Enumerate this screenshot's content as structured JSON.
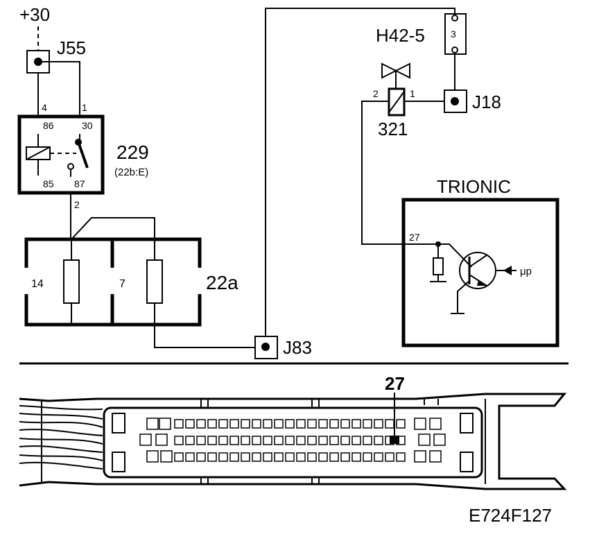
{
  "supply": {
    "label": "+30"
  },
  "connectors": {
    "j55": "J55",
    "j18": "J18",
    "j83": "J83"
  },
  "relay": {
    "id": "229",
    "ref": "(22b:E)",
    "pin_86": "86",
    "pin_30": "30",
    "pin_85": "85",
    "pin_87": "87"
  },
  "wire_pins": {
    "w4": "4",
    "w1": "1",
    "w2": "2"
  },
  "fuse_box": {
    "id": "22a",
    "fuse_left": "14",
    "fuse_right": "7"
  },
  "h42": {
    "id": "H42-5",
    "pin": "3"
  },
  "valve": {
    "id": "321",
    "pin_left": "2",
    "pin_right": "1"
  },
  "ecu": {
    "title": "TRIONIC",
    "pin": "27",
    "mp_label": "μp"
  },
  "connector_callout": {
    "pin": "27"
  },
  "figure_code": "E724F127"
}
